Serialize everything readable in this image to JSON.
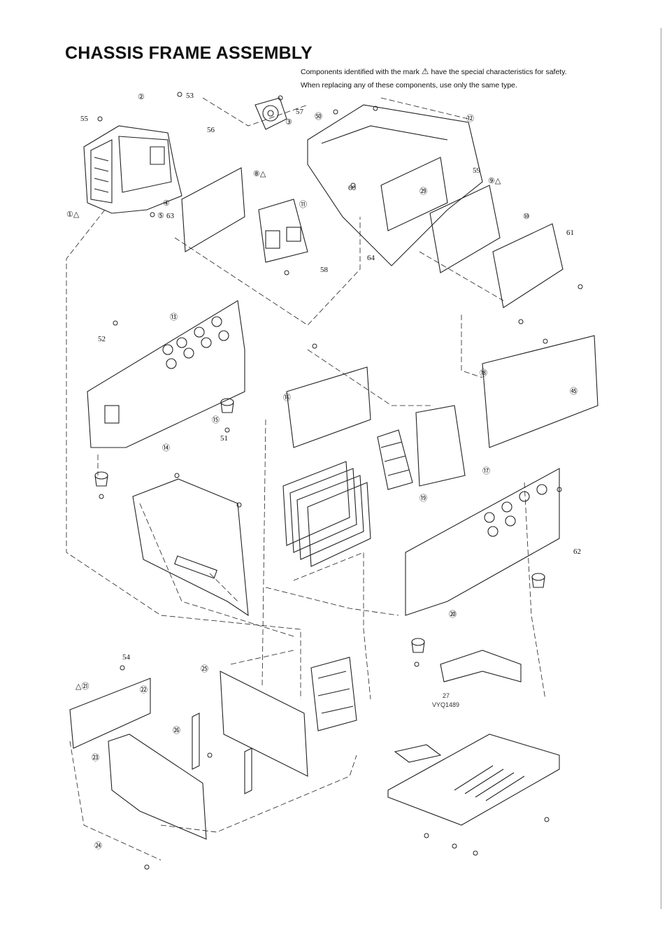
{
  "page": {
    "title": "CHASSIS FRAME ASSEMBLY",
    "safety_note_before_mark": "Components identified with the mark",
    "safety_mark": "⚠",
    "safety_note_after_mark": "have the special characteristics for safety.",
    "safety_note_line2": "When replacing any of these components, use only the same type.",
    "stamp_number": "27",
    "stamp_code": "VYQ1489"
  },
  "callouts": [
    {
      "label": "①△"
    },
    {
      "label": "②"
    },
    {
      "label": "③"
    },
    {
      "label": "④"
    },
    {
      "label": "⑤"
    },
    {
      "label": "⑧△"
    },
    {
      "label": "⑨△"
    },
    {
      "label": "⑩"
    },
    {
      "label": "⑪"
    },
    {
      "label": "⑫"
    },
    {
      "label": "⑬"
    },
    {
      "label": "⑭"
    },
    {
      "label": "⑮"
    },
    {
      "label": "⑯"
    },
    {
      "label": "⑰"
    },
    {
      "label": "⑱"
    },
    {
      "label": "⑲"
    },
    {
      "label": "⑳"
    },
    {
      "label": "△㉑"
    },
    {
      "label": "㉒"
    },
    {
      "label": "㉓"
    },
    {
      "label": "㉔"
    },
    {
      "label": "㉕"
    },
    {
      "label": "㉖"
    },
    {
      "label": "㉙"
    },
    {
      "label": "㊺"
    },
    {
      "label": "㊿"
    },
    {
      "label": "51"
    },
    {
      "label": "52"
    },
    {
      "label": "53"
    },
    {
      "label": "54"
    },
    {
      "label": "55"
    },
    {
      "label": "56"
    },
    {
      "label": "57"
    },
    {
      "label": "58"
    },
    {
      "label": "59"
    },
    {
      "label": "60"
    },
    {
      "label": "61"
    },
    {
      "label": "62"
    },
    {
      "label": "63"
    },
    {
      "label": "64"
    }
  ]
}
